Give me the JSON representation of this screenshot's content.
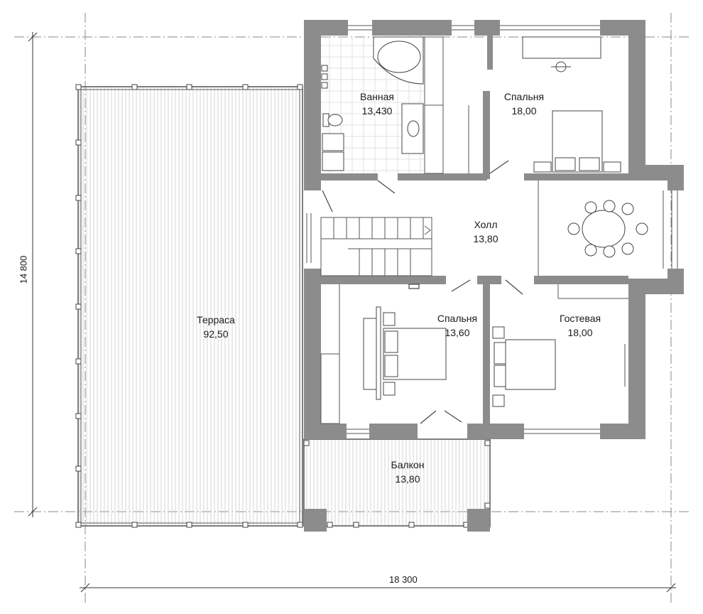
{
  "colors": {
    "wall": "#8c8c8c",
    "line": "#4a4a4a",
    "axis": "#777777",
    "hatch": "#d4d4d4"
  },
  "rooms": {
    "bath": {
      "name": "Ванная",
      "area": "13,430"
    },
    "bedroom1": {
      "name": "Спальня",
      "area": "18,00"
    },
    "hall": {
      "name": "Холл",
      "area": "13,80"
    },
    "terrace": {
      "name": "Терраса",
      "area": "92,50"
    },
    "bedroom2": {
      "name": "Спальня",
      "area": "13,60"
    },
    "guest": {
      "name": "Гостевая",
      "area": "18,00"
    },
    "balcony": {
      "name": "Балкон",
      "area": "13,80"
    }
  },
  "dimensions": {
    "height": "14 800",
    "width": "18 300"
  },
  "icons": [
    "bathtub-icon",
    "toilet-icon",
    "sink-icon",
    "bed-icon",
    "dining-table-icon",
    "desk-chair-icon",
    "staircase-icon"
  ]
}
